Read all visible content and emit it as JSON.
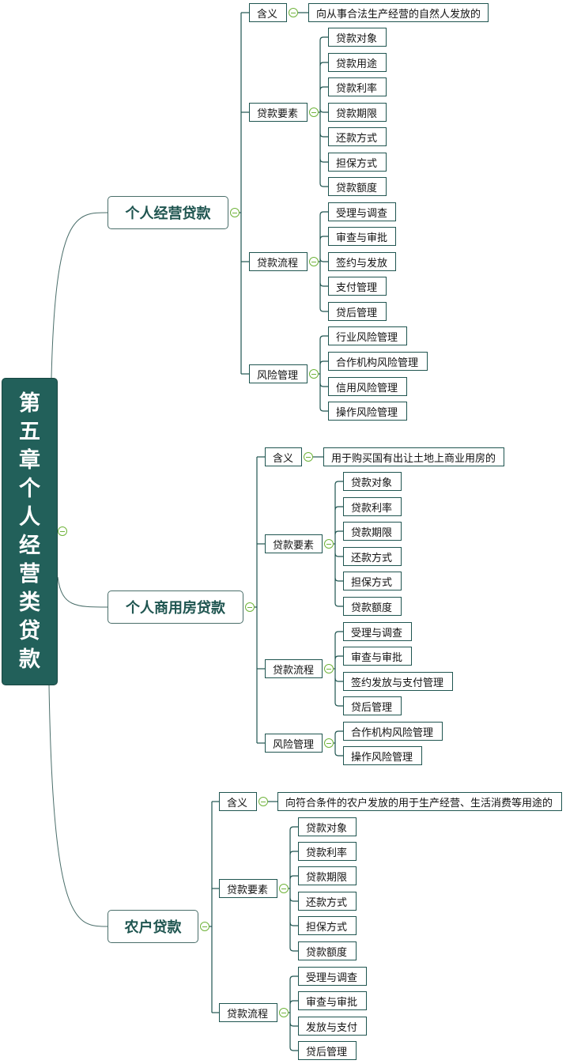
{
  "root": {
    "label": "第五章个人经营类贷款"
  },
  "colors": {
    "root_fill": "#22605a",
    "line": "#1f5550",
    "toggle": "#6fb33a"
  },
  "branches": [
    {
      "label": "个人经营贷款",
      "children": [
        {
          "label": "含义",
          "children": [
            {
              "label": "向从事合法生产经营的自然人发放的"
            }
          ]
        },
        {
          "label": "贷款要素",
          "children": [
            {
              "label": "贷款对象"
            },
            {
              "label": "贷款用途"
            },
            {
              "label": "贷款利率"
            },
            {
              "label": "贷款期限"
            },
            {
              "label": "还款方式"
            },
            {
              "label": "担保方式"
            },
            {
              "label": "贷款额度"
            }
          ]
        },
        {
          "label": "贷款流程",
          "children": [
            {
              "label": "受理与调查"
            },
            {
              "label": "审查与审批"
            },
            {
              "label": "签约与发放"
            },
            {
              "label": "支付管理"
            },
            {
              "label": "贷后管理"
            }
          ]
        },
        {
          "label": "风险管理",
          "children": [
            {
              "label": "行业风险管理"
            },
            {
              "label": "合作机构风险管理"
            },
            {
              "label": "信用风险管理"
            },
            {
              "label": "操作风险管理"
            }
          ]
        }
      ]
    },
    {
      "label": "个人商用房贷款",
      "children": [
        {
          "label": "含义",
          "children": [
            {
              "label": "用于购买国有出让土地上商业用房的"
            }
          ]
        },
        {
          "label": "贷款要素",
          "children": [
            {
              "label": "贷款对象"
            },
            {
              "label": "贷款利率"
            },
            {
              "label": "贷款期限"
            },
            {
              "label": "还款方式"
            },
            {
              "label": "担保方式"
            },
            {
              "label": "贷款额度"
            }
          ]
        },
        {
          "label": "贷款流程",
          "children": [
            {
              "label": "受理与调查"
            },
            {
              "label": "审查与审批"
            },
            {
              "label": "签约发放与支付管理"
            },
            {
              "label": "贷后管理"
            }
          ]
        },
        {
          "label": "风险管理",
          "children": [
            {
              "label": "合作机构风险管理"
            },
            {
              "label": "操作风险管理"
            }
          ]
        }
      ]
    },
    {
      "label": "农户贷款",
      "children": [
        {
          "label": "含义",
          "children": [
            {
              "label": "向符合条件的农户发放的用于生产经营、生活消费等用途的"
            }
          ]
        },
        {
          "label": "贷款要素",
          "children": [
            {
              "label": "贷款对象"
            },
            {
              "label": "贷款利率"
            },
            {
              "label": "贷款期限"
            },
            {
              "label": "还款方式"
            },
            {
              "label": "担保方式"
            },
            {
              "label": "贷款额度"
            }
          ]
        },
        {
          "label": "贷款流程",
          "children": [
            {
              "label": "受理与调查"
            },
            {
              "label": "审查与审批"
            },
            {
              "label": "发放与支付"
            },
            {
              "label": "贷后管理"
            }
          ]
        }
      ]
    }
  ]
}
